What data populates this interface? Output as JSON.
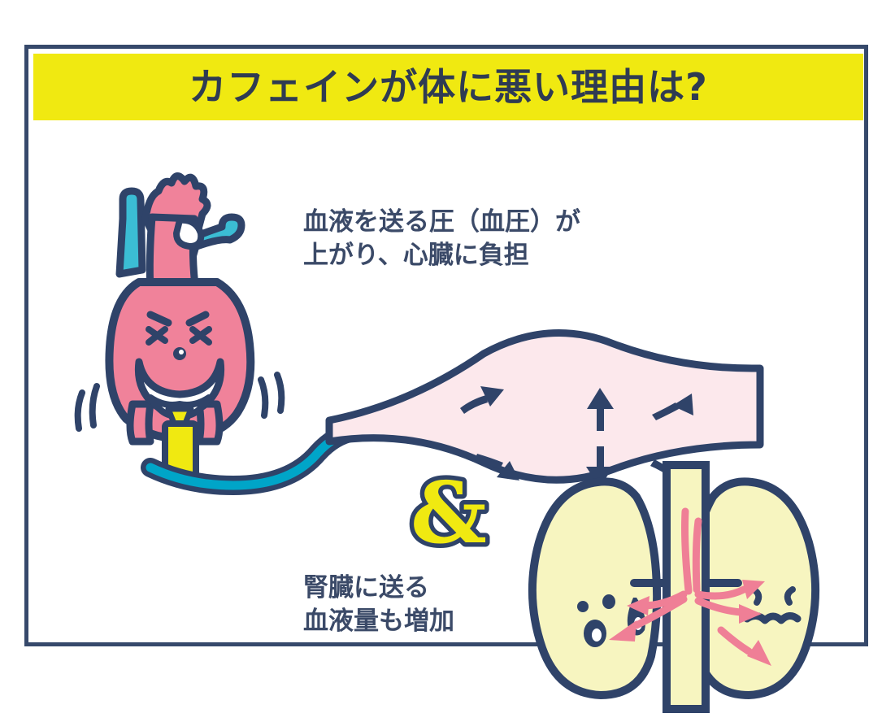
{
  "poster": {
    "title": "カフェインが体に悪い理由は?",
    "background_color": "#ffffff",
    "frame_color": "#36496b",
    "banner_color": "#f0e911",
    "text_color": "#3b4a68"
  },
  "captions": {
    "heart": "血液を送る圧（血圧）が\n上がり、心臓に負担",
    "kidney": "腎臓に送る\n血液量も増加"
  },
  "symbols": {
    "ampersand": "&"
  },
  "illustrations": {
    "heart": {
      "name": "anthropomorphic-heart",
      "fill": "#f0829a",
      "vein_fill": "#3bbdd4",
      "accent_fill": "#f0e911",
      "outline": "#2f4369",
      "expression": "strained",
      "motion_lines": 4
    },
    "vessel": {
      "name": "bulging-blood-vessel",
      "fill": "#fce8ec",
      "outline": "#2f4369",
      "arrow_color": "#2f4369",
      "arrow_count": 6,
      "arrow_directions": [
        "up-left",
        "up",
        "up-right",
        "down-left",
        "down",
        "down-right"
      ]
    },
    "tube": {
      "name": "artery-tube",
      "fill": "#00a5c8",
      "outline": "#2f4369"
    },
    "kidneys": {
      "name": "kidney-pair",
      "fill": "#f7f5c0",
      "outline": "#2f4369",
      "arrow_color": "#ef7f96",
      "left_expression": "sweating-worried",
      "right_expression": "grimacing",
      "arrow_count": 6
    }
  }
}
